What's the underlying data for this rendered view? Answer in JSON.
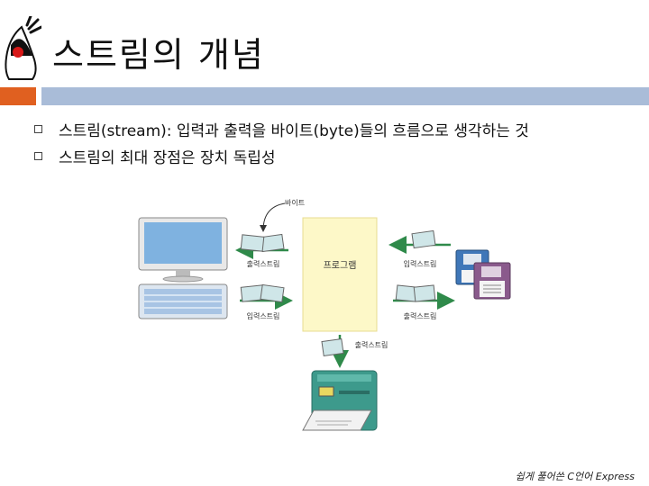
{
  "slide": {
    "title": "스트림의 개념",
    "bullets": [
      "스트림(stream): 입력과 출력을 바이트(byte)들의 흐름으로 생각하는 것",
      "스트림의 최대 장점은 장치 독립성"
    ],
    "footer": "쉽게 풀어쓴 C언어 Express"
  },
  "diagram": {
    "byte_label": "바이트",
    "program_label": "프로그램",
    "left_top_label": "출력스트림",
    "left_bottom_label": "입력스트림",
    "right_top_label": "입력스트림",
    "right_bottom_label": "출력스트림",
    "bottom_label": "출력스트림"
  },
  "colors": {
    "accent_orange": "#e06020",
    "accent_blue": "#a9bcd8",
    "program_box": "#fdf8c8",
    "arrow_green": "#2f8a4a"
  }
}
